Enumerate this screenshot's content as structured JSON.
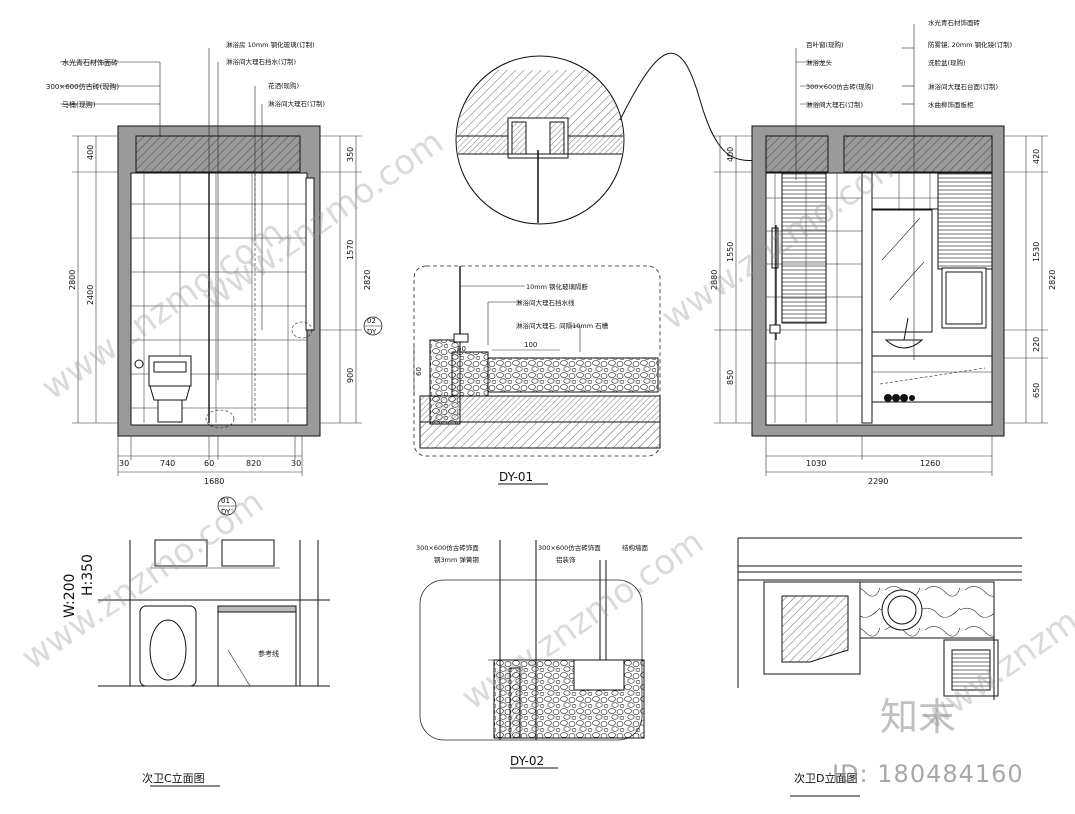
{
  "left_elevation": {
    "notes_left": [
      "水光青石材饰面砖",
      "300×600仿古砖(现购)",
      "马桶(现购)"
    ],
    "notes_right": [
      "淋浴房 10mm 钢化玻璃(订制)",
      "淋浴间大理石挡水(订制)",
      "花洒(现购)",
      "淋浴间大理石(订制)"
    ],
    "dims_left": [
      "400",
      "2400",
      "2800"
    ],
    "dims_right": [
      "350",
      "1570",
      "900",
      "2820"
    ],
    "dims_bottom": [
      "30",
      "740",
      "60",
      "820",
      "30"
    ],
    "total_width": "1680",
    "callout_side": {
      "num": "02",
      "code": "DY"
    },
    "callout_bottom": {
      "num": "01",
      "code": "DY"
    }
  },
  "detail_dy01": {
    "notes": [
      "10mm 钢化玻璃隔断",
      "淋浴间大理石挡水线",
      "淋浴间大理石, 间隔10mm 石槽"
    ],
    "dims": [
      "60",
      "100",
      "60"
    ],
    "title": "DY-01"
  },
  "right_elevation": {
    "notes_left": [
      "百叶窗(现购)",
      "淋浴龙头",
      "300×600仿古砖(现购)",
      "淋浴间大理石(订制)"
    ],
    "notes_right": [
      "水光青石材饰面砖",
      "防雾镜, 20mm 钢化镜(订制)",
      "洗脸盆(现购)",
      "淋浴间大理石台面(订制)",
      "水曲柳饰面板柜"
    ],
    "dims_left": [
      "400",
      "1550",
      "850",
      "2880"
    ],
    "dims_right": [
      "420",
      "1530",
      "220",
      "650",
      "2820"
    ],
    "dims_bottom": [
      "1030",
      "1260"
    ],
    "total_width": "2290"
  },
  "bottom_left": {
    "label_h": "H:350",
    "label_w": "W:200",
    "note": "参考线",
    "title": "次卫C立面图"
  },
  "detail_dy02": {
    "notes": [
      "300×600仿古砖饰面",
      "钢3mm 弹簧钢",
      "300×600仿古砖饰面",
      "铝装饰",
      "结构墙面"
    ],
    "title": "DY-02"
  },
  "bottom_right": {
    "title": "次卫D立面图"
  },
  "watermark": {
    "text": "www.znzmo.com",
    "logo": "知末",
    "id": "ID: 180484160"
  }
}
